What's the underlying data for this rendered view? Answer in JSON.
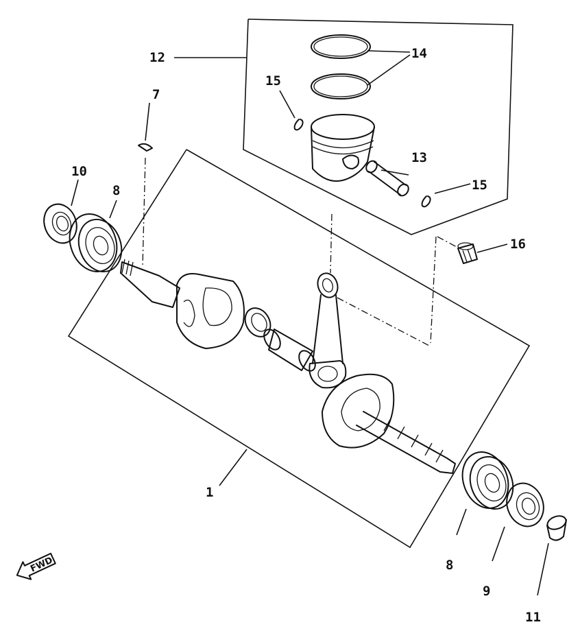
{
  "diagram": {
    "labels": {
      "p1": "1",
      "p7": "7",
      "p8a": "8",
      "p8b": "8",
      "p9": "9",
      "p10": "10",
      "p11": "11",
      "p12": "12",
      "p13": "13",
      "p14": "14",
      "p15a": "15",
      "p15b": "15",
      "p16": "16"
    },
    "direction_marker": "FWD"
  }
}
